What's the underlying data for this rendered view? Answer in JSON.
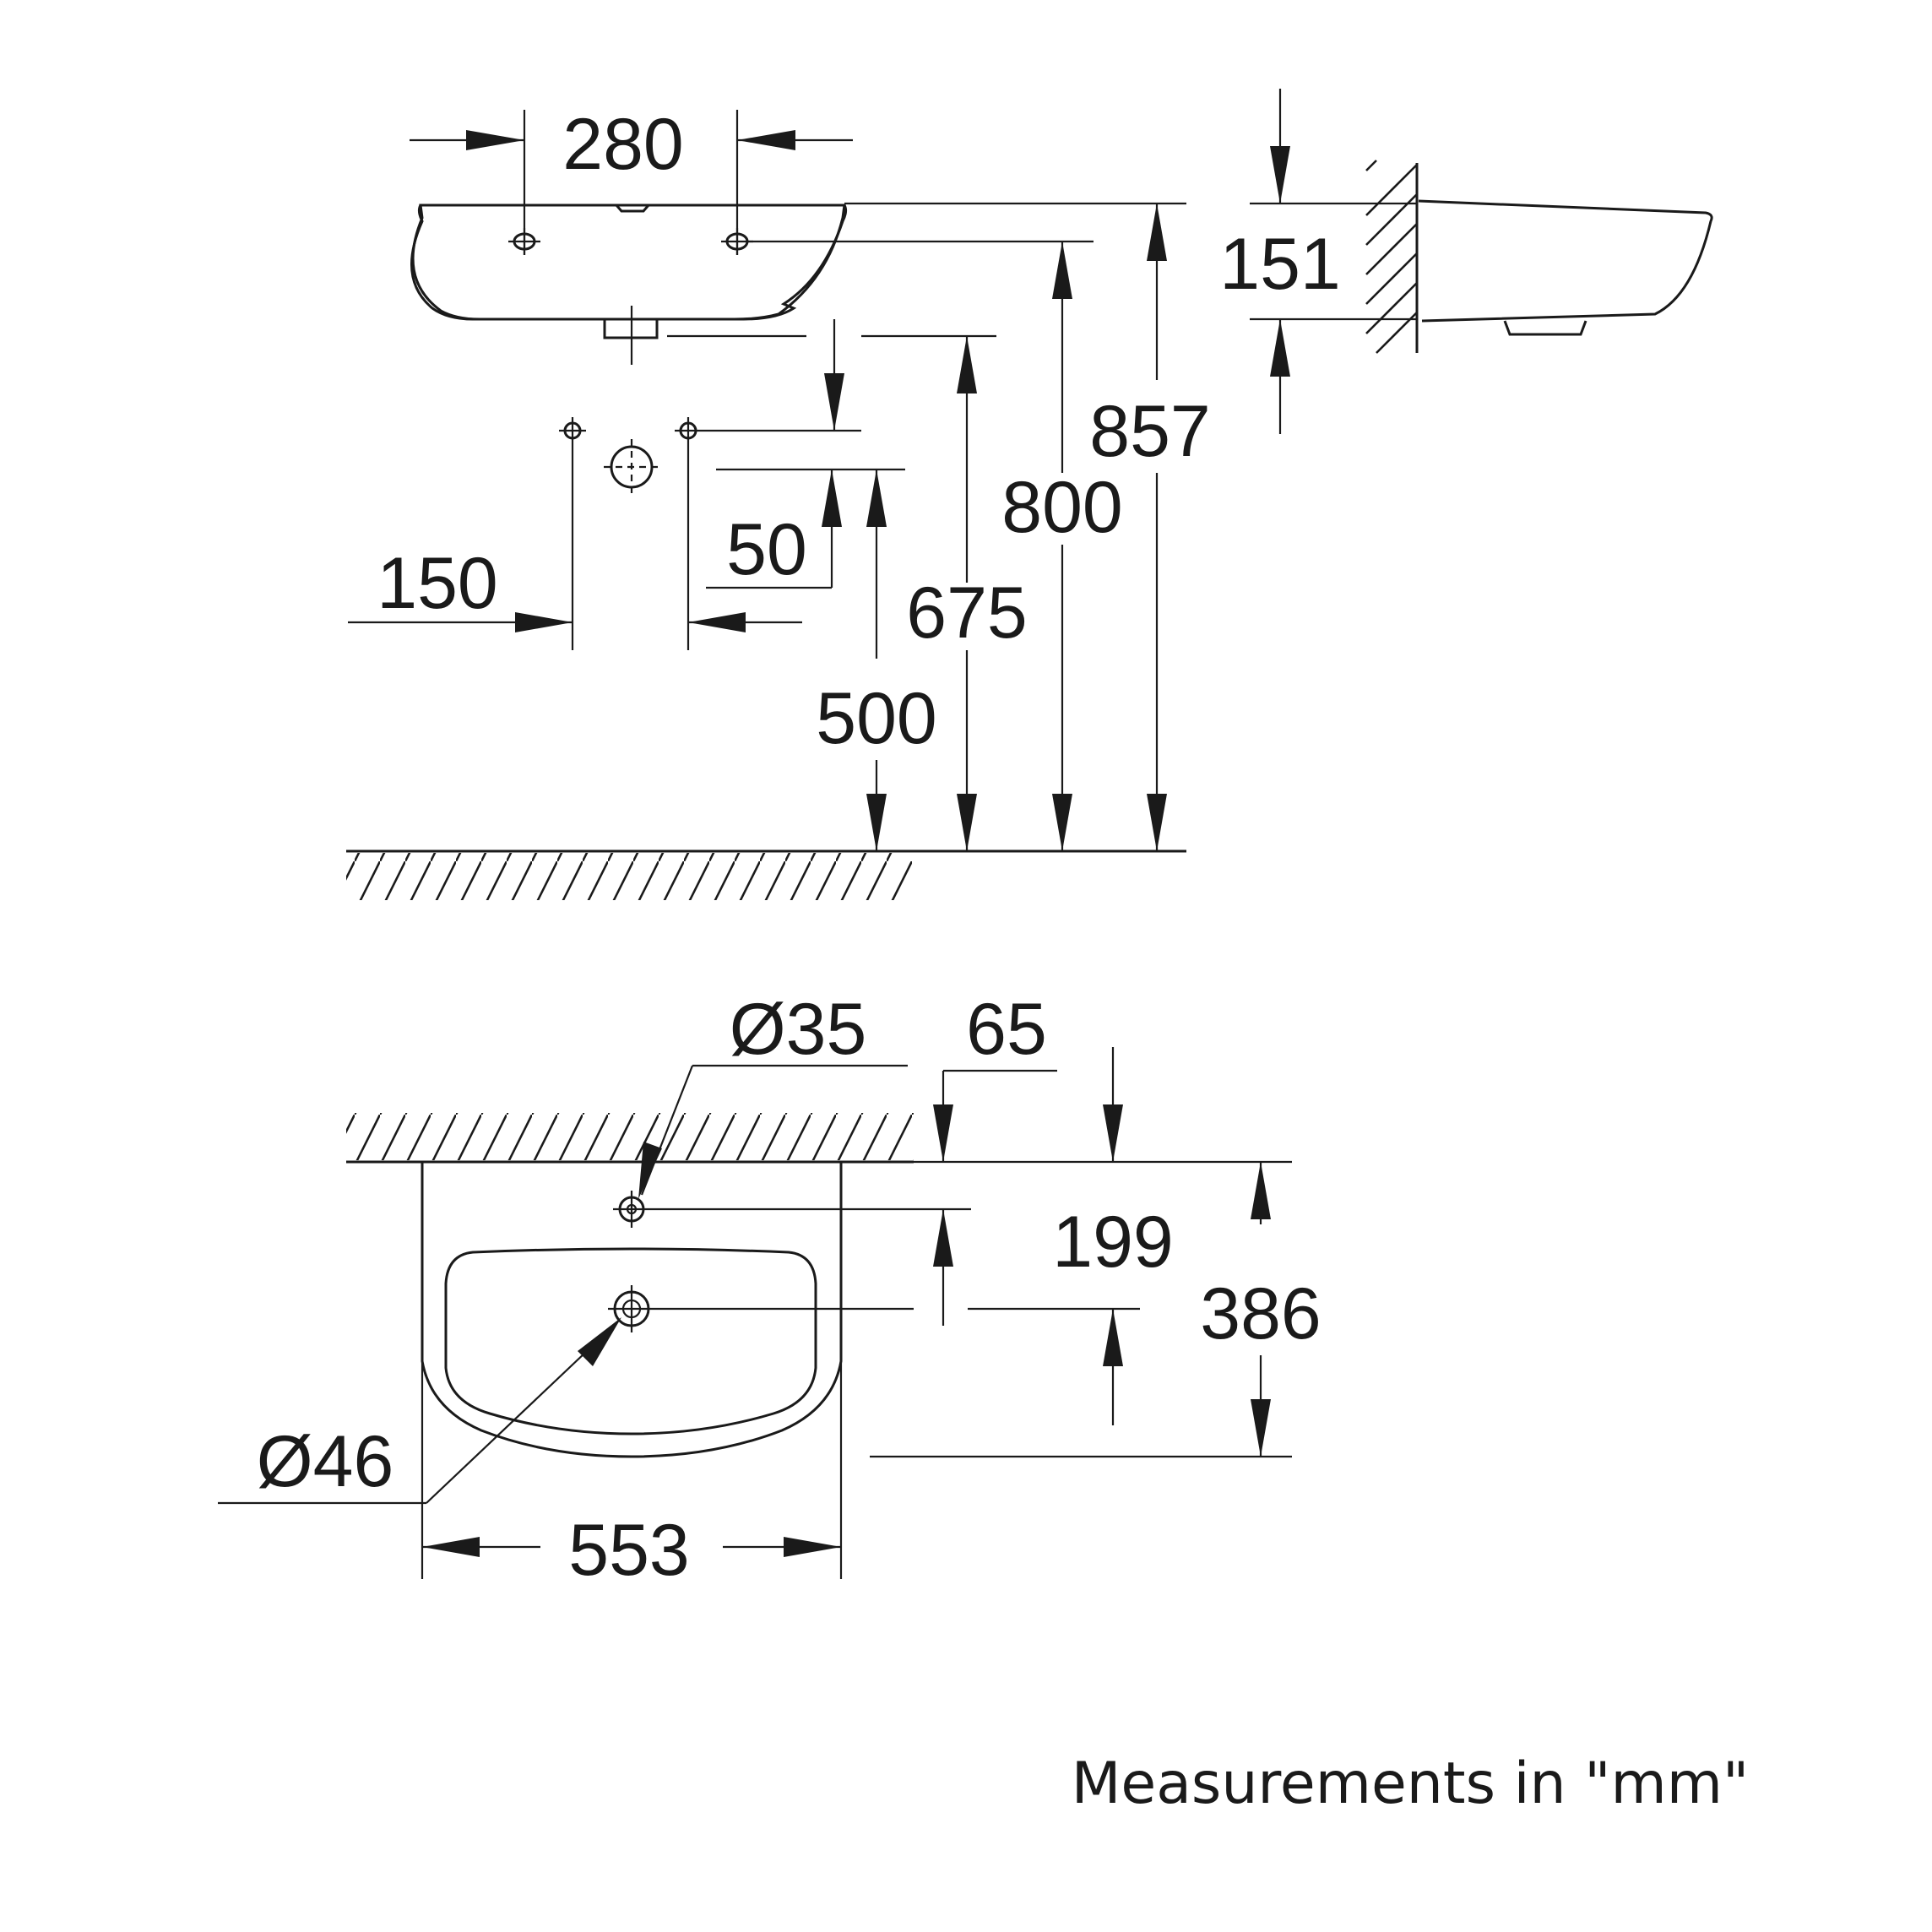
{
  "dimensions": {
    "tap_hole_spacing": "280",
    "overall_height": "857",
    "tap_hole_height": "800",
    "trap_height": "675",
    "supply_height": "500",
    "supply_offset": "50",
    "supply_spacing": "150",
    "basin_depth_side": "151",
    "tap_hole_diameter": "Ø35",
    "wall_to_tap_hole": "65",
    "tap_to_drain": "199",
    "projection": "386",
    "drain_diameter": "Ø46",
    "width": "553"
  },
  "caption": "Measurements in \"mm\""
}
